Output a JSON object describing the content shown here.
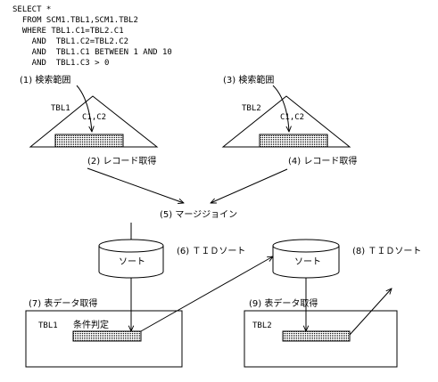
{
  "sql": {
    "lines": [
      "SELECT *",
      "  FROM SCM1.TBL1,SCM1.TBL2",
      "  WHERE TBL1.C1=TBL2.C1",
      "    AND  TBL1.C2=TBL2.C2",
      "    AND  TBL1.C1 BETWEEN 1 AND 10",
      "    AND  TBL1.C3 > 0"
    ]
  },
  "labels": {
    "search_range_1": "(1) 検索範囲",
    "search_range_3": "(3) 検索範囲",
    "tbl1_top": "TBL1",
    "tbl2_top": "TBL2",
    "index_cols_1": "C1,C2",
    "index_cols_2": "C1,C2",
    "record_fetch_2": "(2) レコード取得",
    "record_fetch_4": "(4) レコード取得",
    "merge_join": "(5) マージジョイン",
    "sort_left": "ソート",
    "sort_right": "ソート",
    "tid_sort_6": "(6) ＴＩＤソート",
    "tid_sort_8": "(8) ＴＩＤソート",
    "table_fetch_7": "(7) 表データ取得",
    "table_fetch_9": "(9) 表データ取得",
    "tbl1_bottom": "TBL1",
    "condition_check": "条件判定",
    "tbl2_bottom": "TBL2"
  },
  "colors": {
    "line": "#000000",
    "background": "#ffffff",
    "hatch": "#000000"
  }
}
